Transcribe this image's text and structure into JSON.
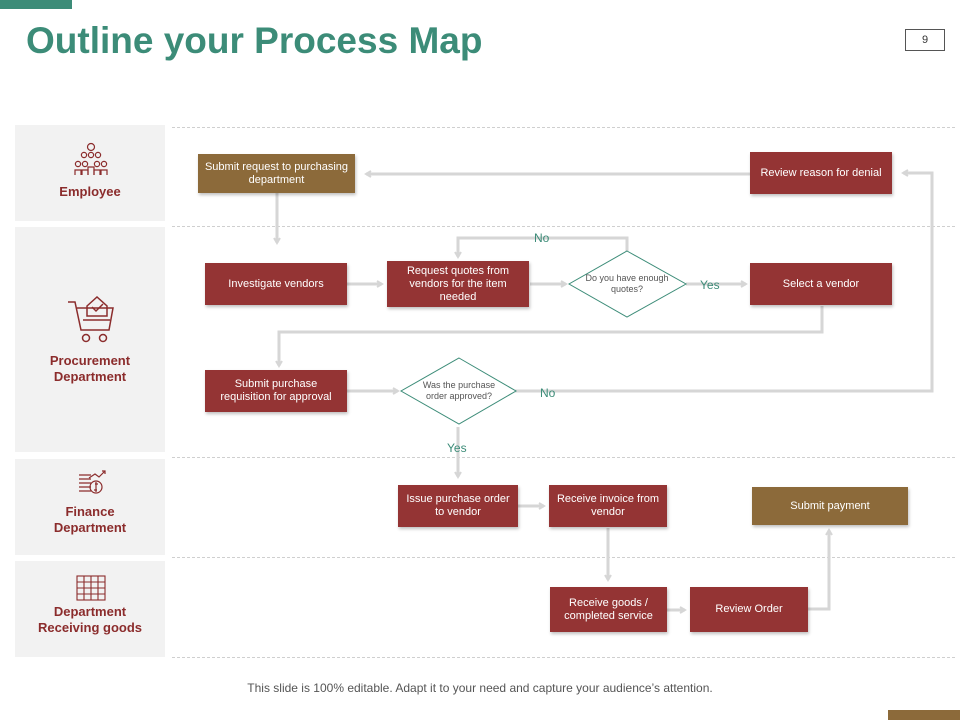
{
  "slide": {
    "title": "Outline your Process Map",
    "page_number": "9",
    "footer": "This slide is 100% editable. Adapt it to your need and capture your audience’s attention."
  },
  "lanes": [
    {
      "label_lines": [
        "Employee"
      ],
      "icon": "team-icon"
    },
    {
      "label_lines": [
        "Procurement",
        "Department"
      ],
      "icon": "shopping-cart-icon"
    },
    {
      "label_lines": [
        "Finance",
        "Department"
      ],
      "icon": "money-chart-icon"
    },
    {
      "label_lines": [
        "Department",
        "Receiving goods"
      ],
      "icon": "calendar-grid-icon"
    }
  ],
  "steps": {
    "submit_request": "Submit request to purchasing department",
    "review_reason": "Review reason for denial",
    "investigate": "Investigate vendors",
    "request_quotes": "Request quotes from vendors for the item needed",
    "enough_quotes": "Do you have enough quotes?",
    "select_vendor": "Select a vendor",
    "submit_requisition": "Submit purchase requisition for approval",
    "po_approved": "Was the purchase order approved?",
    "issue_po": "Issue purchase order to vendor",
    "receive_invoice": "Receive invoice from vendor",
    "submit_payment": "Submit payment",
    "receive_goods": "Receive goods / completed service",
    "review_order": "Review Order"
  },
  "branches": {
    "no_quotes": "No",
    "yes_quotes": "Yes",
    "no_approved": "No",
    "yes_approved": "Yes"
  },
  "colors": {
    "accent": "#3c8c78",
    "process_red": "#943434",
    "process_brown": "#8c6a3a",
    "lane_bg": "#f2f2f2",
    "connector": "#d6d6d6"
  }
}
